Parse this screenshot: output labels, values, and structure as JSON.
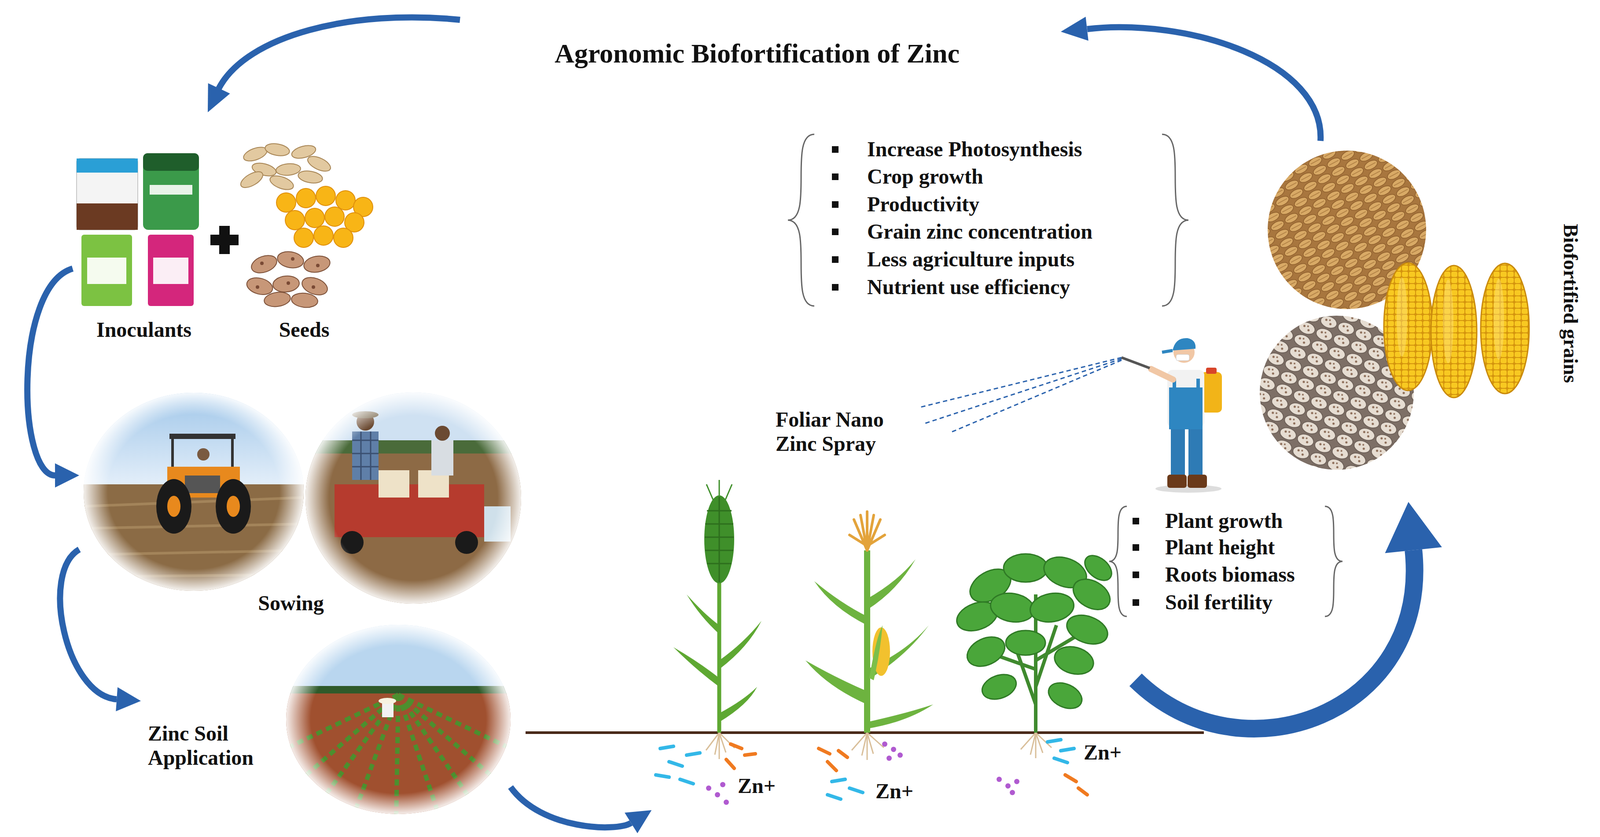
{
  "diagram": {
    "title": "Agronomic Biofortification of Zinc",
    "nodes": [
      {
        "text": [
          "Inoculants"
        ]
      },
      {
        "text": [
          "Seeds"
        ]
      },
      {
        "text": [
          "Sowing"
        ]
      },
      {
        "text": [
          "Zinc Soil Application"
        ]
      },
      {
        "text": [
          "Zn+",
          "Zn+",
          "Zn+"
        ]
      },
      {
        "text": [
          "Biofortified grains"
        ]
      }
    ],
    "edges": [
      {
        "from": 0,
        "to": 2,
        "arrow": "to"
      },
      {
        "from": 2,
        "to": 3,
        "arrow": "to"
      },
      {
        "from": 3,
        "to": 4,
        "arrow": "to"
      },
      {
        "from": 4,
        "to": 5,
        "arrow": "to"
      }
    ],
    "labels": [
      "Increase Photosynthesis",
      "Crop growth",
      "Productivity",
      "Grain zinc concentration",
      "Less agriculture inputs",
      "Nutrient use efficiency",
      "Foliar Nano Zinc Spray",
      "Plant growth",
      "Plant height",
      "Roots biomass",
      "Soil fertility"
    ]
  }
}
